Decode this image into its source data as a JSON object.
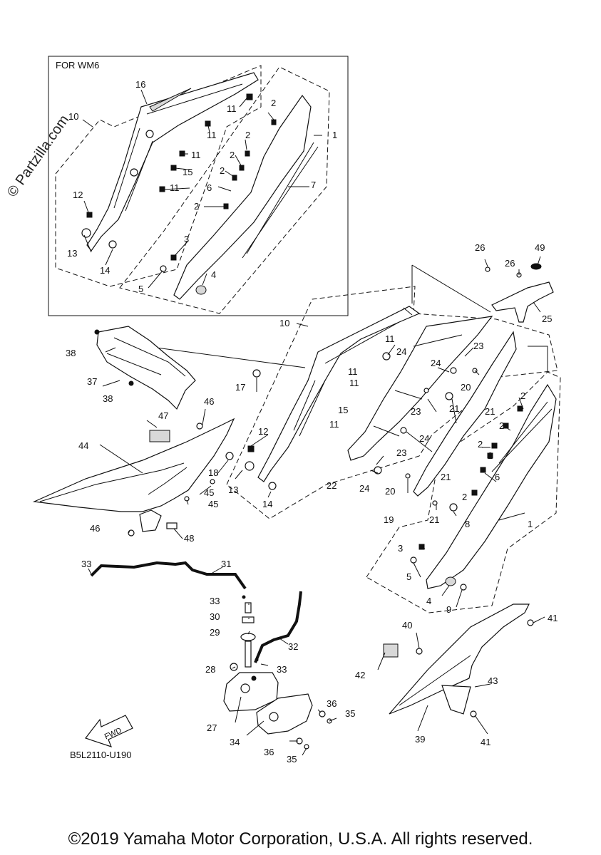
{
  "inset": {
    "label": "FOR WM6"
  },
  "watermark": "© Partzilla.com",
  "drawing_code": "B5L2110-U190",
  "fwd_label": "FWD",
  "copyright": "©2019 Yamaha Motor Corporation, U.S.A. All rights reserved.",
  "callouts": {
    "i16": "16",
    "i10": "10",
    "i11a": "11",
    "i2a": "2",
    "i11b": "11",
    "i2b": "2",
    "i1": "1",
    "i11c": "11",
    "i15": "15",
    "i2c": "2",
    "i2d": "2",
    "i11d": "11",
    "i6": "6",
    "i7": "7",
    "i12": "12",
    "i2e": "2",
    "i13": "13",
    "i3": "3",
    "i14": "14",
    "i5": "5",
    "i4": "4",
    "n26a": "26",
    "n49": "49",
    "n26b": "26",
    "n25": "25",
    "n10": "10",
    "n38a": "38",
    "n11a": "11",
    "n24a": "24",
    "n23a": "23",
    "n24b": "24",
    "n11b": "11",
    "n11c": "11",
    "n20a": "20",
    "n37": "37",
    "n17": "17",
    "n23b": "23",
    "n21a": "21",
    "n2a": "2",
    "n38b": "38",
    "n15": "15",
    "n21b": "21",
    "n46a": "46",
    "n47": "47",
    "n11d": "11",
    "n2b": "2",
    "n24c": "24",
    "n12": "12",
    "n2c": "2",
    "n44": "44",
    "n2d": "2",
    "n23c": "23",
    "n21c": "21",
    "n18": "18",
    "n6": "6",
    "n13": "13",
    "n22": "22",
    "n24d": "24",
    "n45a": "45",
    "n45b": "45",
    "n14": "14",
    "n20b": "20",
    "n2e": "2",
    "n19": "19",
    "n21d": "21",
    "n8": "8",
    "n46b": "46",
    "n48": "48",
    "n1": "1",
    "n3": "3",
    "n33a": "33",
    "n31": "31",
    "n5": "5",
    "n33b": "33",
    "n4": "4",
    "n9": "9",
    "n30": "30",
    "n41a": "41",
    "n40": "40",
    "n29": "29",
    "n32": "32",
    "n28": "28",
    "n33c": "33",
    "n42": "42",
    "n43": "43",
    "n36a": "36",
    "n35a": "35",
    "n27": "27",
    "n39": "39",
    "n41b": "41",
    "n34": "34",
    "n36b": "36",
    "n35b": "35"
  }
}
